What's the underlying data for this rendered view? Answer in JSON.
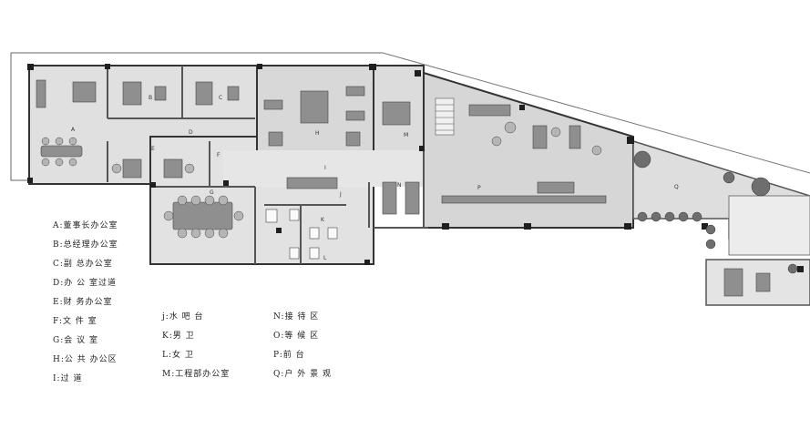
{
  "legend": {
    "col1": [
      "A:董事长办公室",
      "B:总经理办公室",
      "C:副  总办公室",
      "D:办 公 室过道",
      "E:财  务办公室",
      "F:文  件  室",
      "G:会  议  室",
      "H:公 共 办公区",
      "I:过        道"
    ],
    "col2": [
      "j:水  吧  台",
      "K:男        卫",
      "L:女        卫",
      "M:工程部办公室"
    ],
    "col3": [
      "N:接  待  区",
      "O:等  候  区",
      "P:前        台",
      "Q:户 外 景 观"
    ]
  },
  "rooms": {
    "A": "A",
    "B": "B",
    "C": "C",
    "D": "D",
    "E": "E",
    "F": "F",
    "G": "G",
    "H": "H",
    "I": "I",
    "J": "J",
    "K": "K",
    "L": "L",
    "M": "M",
    "N": "N",
    "P": "P",
    "Q": "Q"
  },
  "colors": {
    "wall": "#3a3a3a",
    "floor": "#d9d9d9",
    "furniture": "#9a9a9a",
    "green": "#6e6e6e"
  }
}
